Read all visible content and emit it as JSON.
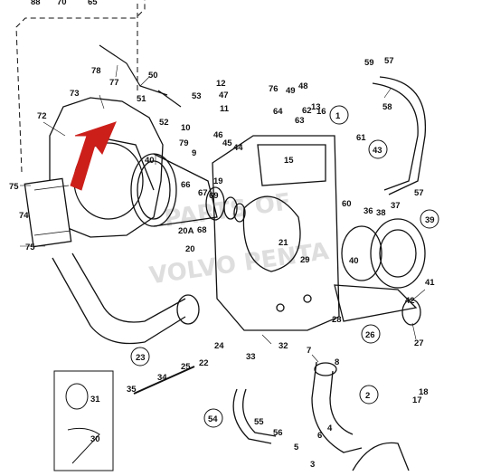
{
  "diagram": {
    "watermark": [
      "PARTS OF",
      "VOLVO PENTA"
    ],
    "part_labels": [
      "1",
      "2",
      "3",
      "4",
      "5",
      "6",
      "7",
      "8",
      "9",
      "10",
      "11",
      "12",
      "13",
      "15",
      "16",
      "17",
      "18",
      "19",
      "20",
      "20A",
      "21",
      "22",
      "23",
      "24",
      "25",
      "26",
      "27",
      "28",
      "29",
      "30",
      "31",
      "32",
      "33",
      "34",
      "35",
      "36",
      "37",
      "38",
      "39",
      "40",
      "41",
      "42",
      "43",
      "44",
      "45",
      "46",
      "47",
      "48",
      "49",
      "50",
      "51",
      "52",
      "53",
      "54",
      "55",
      "56",
      "57",
      "58",
      "59",
      "60",
      "61",
      "62",
      "63",
      "64",
      "65",
      "66",
      "67",
      "68",
      "69",
      "70",
      "72",
      "73",
      "74",
      "75",
      "76",
      "77",
      "78",
      "79"
    ],
    "top_fragment": [
      "88",
      "70",
      "65"
    ],
    "colors": {
      "arrow": "#cc1f1a",
      "line": "#111111",
      "watermark": "#c9c9c9"
    }
  }
}
